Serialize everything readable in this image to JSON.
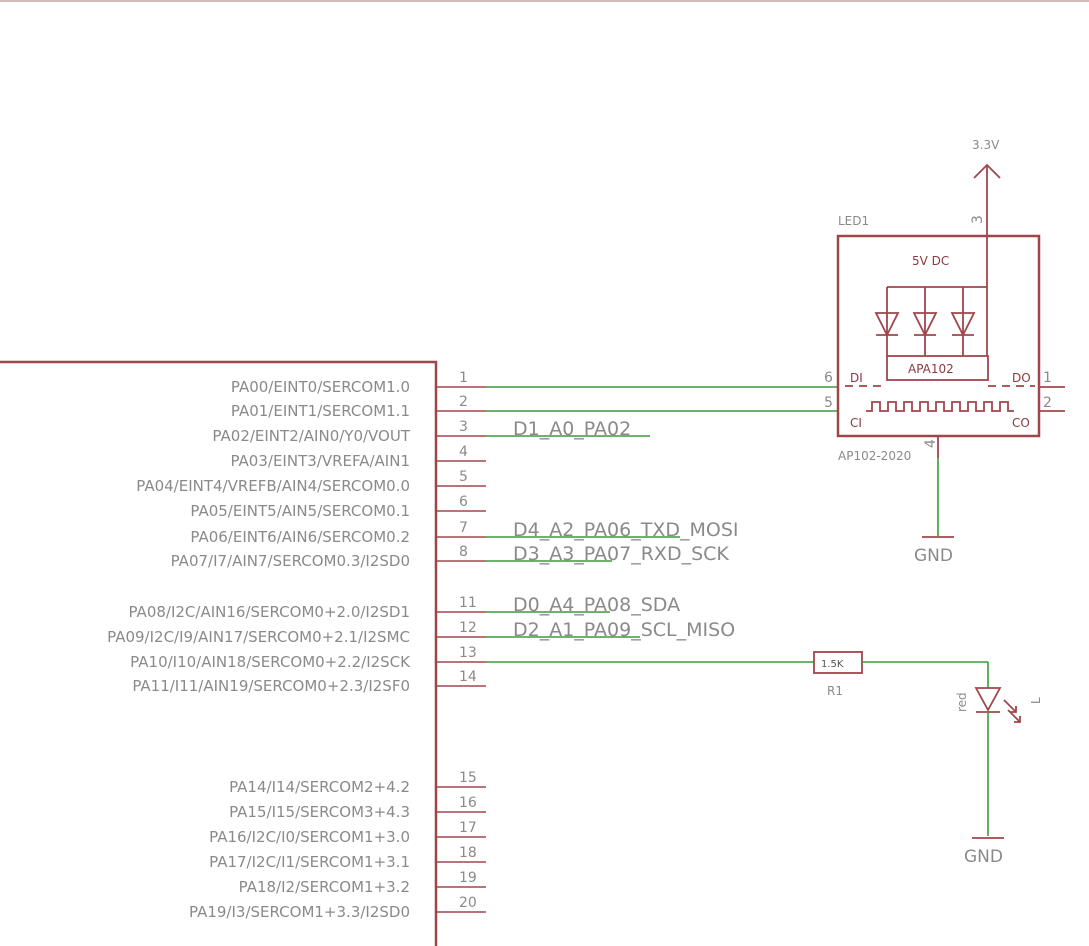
{
  "mcu_pins": [
    {
      "num": "1",
      "name": "PA00/EINT0/SERCOM1.0",
      "net": ""
    },
    {
      "num": "2",
      "name": "PA01/EINT1/SERCOM1.1",
      "net": ""
    },
    {
      "num": "3",
      "name": "PA02/EINT2/AIN0/Y0/VOUT",
      "net": "D1_A0_PA02"
    },
    {
      "num": "4",
      "name": "PA03/EINT3/VREFA/AIN1",
      "net": ""
    },
    {
      "num": "5",
      "name": "PA04/EINT4/VREFB/AIN4/SERCOM0.0",
      "net": ""
    },
    {
      "num": "6",
      "name": "PA05/EINT5/AIN5/SERCOM0.1",
      "net": ""
    },
    {
      "num": "7",
      "name": "PA06/EINT6/AIN6/SERCOM0.2",
      "net": "D4_A2_PA06_TXD_MOSI"
    },
    {
      "num": "8",
      "name": "PA07/I7/AIN7/SERCOM0.3/I2SD0",
      "net": "D3_A3_PA07_RXD_SCK"
    },
    {
      "num": "11",
      "name": "PA08/I2C/AIN16/SERCOM0+2.0/I2SD1",
      "net": "D0_A4_PA08_SDA"
    },
    {
      "num": "12",
      "name": "PA09/I2C/I9/AIN17/SERCOM0+2.1/I2SMC",
      "net": "D2_A1_PA09_SCL_MISO"
    },
    {
      "num": "13",
      "name": "PA10/I10/AIN18/SERCOM0+2.2/I2SCK",
      "net": ""
    },
    {
      "num": "14",
      "name": "PA11/I11/AIN19/SERCOM0+2.3/I2SF0",
      "net": ""
    },
    {
      "num": "15",
      "name": "PA14/I14/SERCOM2+4.2",
      "net": ""
    },
    {
      "num": "16",
      "name": "PA15/I15/SERCOM3+4.3",
      "net": ""
    },
    {
      "num": "17",
      "name": "PA16/I2C/I0/SERCOM1+3.0",
      "net": ""
    },
    {
      "num": "18",
      "name": "PA17/I2C/I1/SERCOM1+3.1",
      "net": ""
    },
    {
      "num": "19",
      "name": "PA18/I2/SERCOM1+3.2",
      "net": ""
    },
    {
      "num": "20",
      "name": "PA19/I3/SERCOM1+3.3/I2SD0",
      "net": ""
    }
  ],
  "led1": {
    "ref": "LED1",
    "value": "AP102-2020",
    "supply_text": "5V DC",
    "chip": "APA102",
    "pins": {
      "di": "DI",
      "ci": "CI",
      "do": "DO",
      "co": "CO"
    },
    "pin_numbers": {
      "vcc": "3",
      "gnd": "4",
      "di": "6",
      "ci": "5",
      "do": "1",
      "co": "2"
    }
  },
  "power": {
    "vcc_label": "3.3V",
    "gnd_label": "GND"
  },
  "r1": {
    "ref": "R1",
    "value": "1.5K"
  },
  "led_l": {
    "ref": "L",
    "color": "red"
  },
  "colors": {
    "part": "#a0464b",
    "wire": "#3d9a3d",
    "text": "#8a8a8a"
  }
}
